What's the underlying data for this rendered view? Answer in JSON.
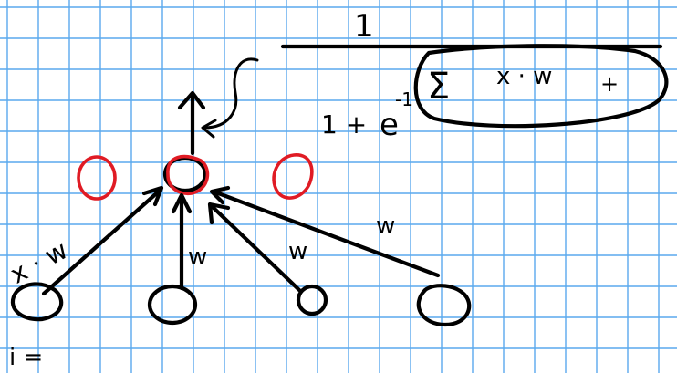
{
  "grid": {
    "line_color": "#5aa9ee",
    "background": "#ffffff"
  },
  "ink_colors": {
    "black": "#000000",
    "red": "#e01b24"
  },
  "formula": {
    "numerator": "1",
    "denominator_prefix": "1 +",
    "base": "e",
    "exponent_coefficient": "-1",
    "sum_symbol": "Σ",
    "sum_term": "x · w",
    "sum_tail": "+"
  },
  "labels": {
    "input_product": "x · w",
    "weight_middle": "w",
    "weight_center_right": "w",
    "weight_right": "w",
    "bottom_left": "i ="
  }
}
